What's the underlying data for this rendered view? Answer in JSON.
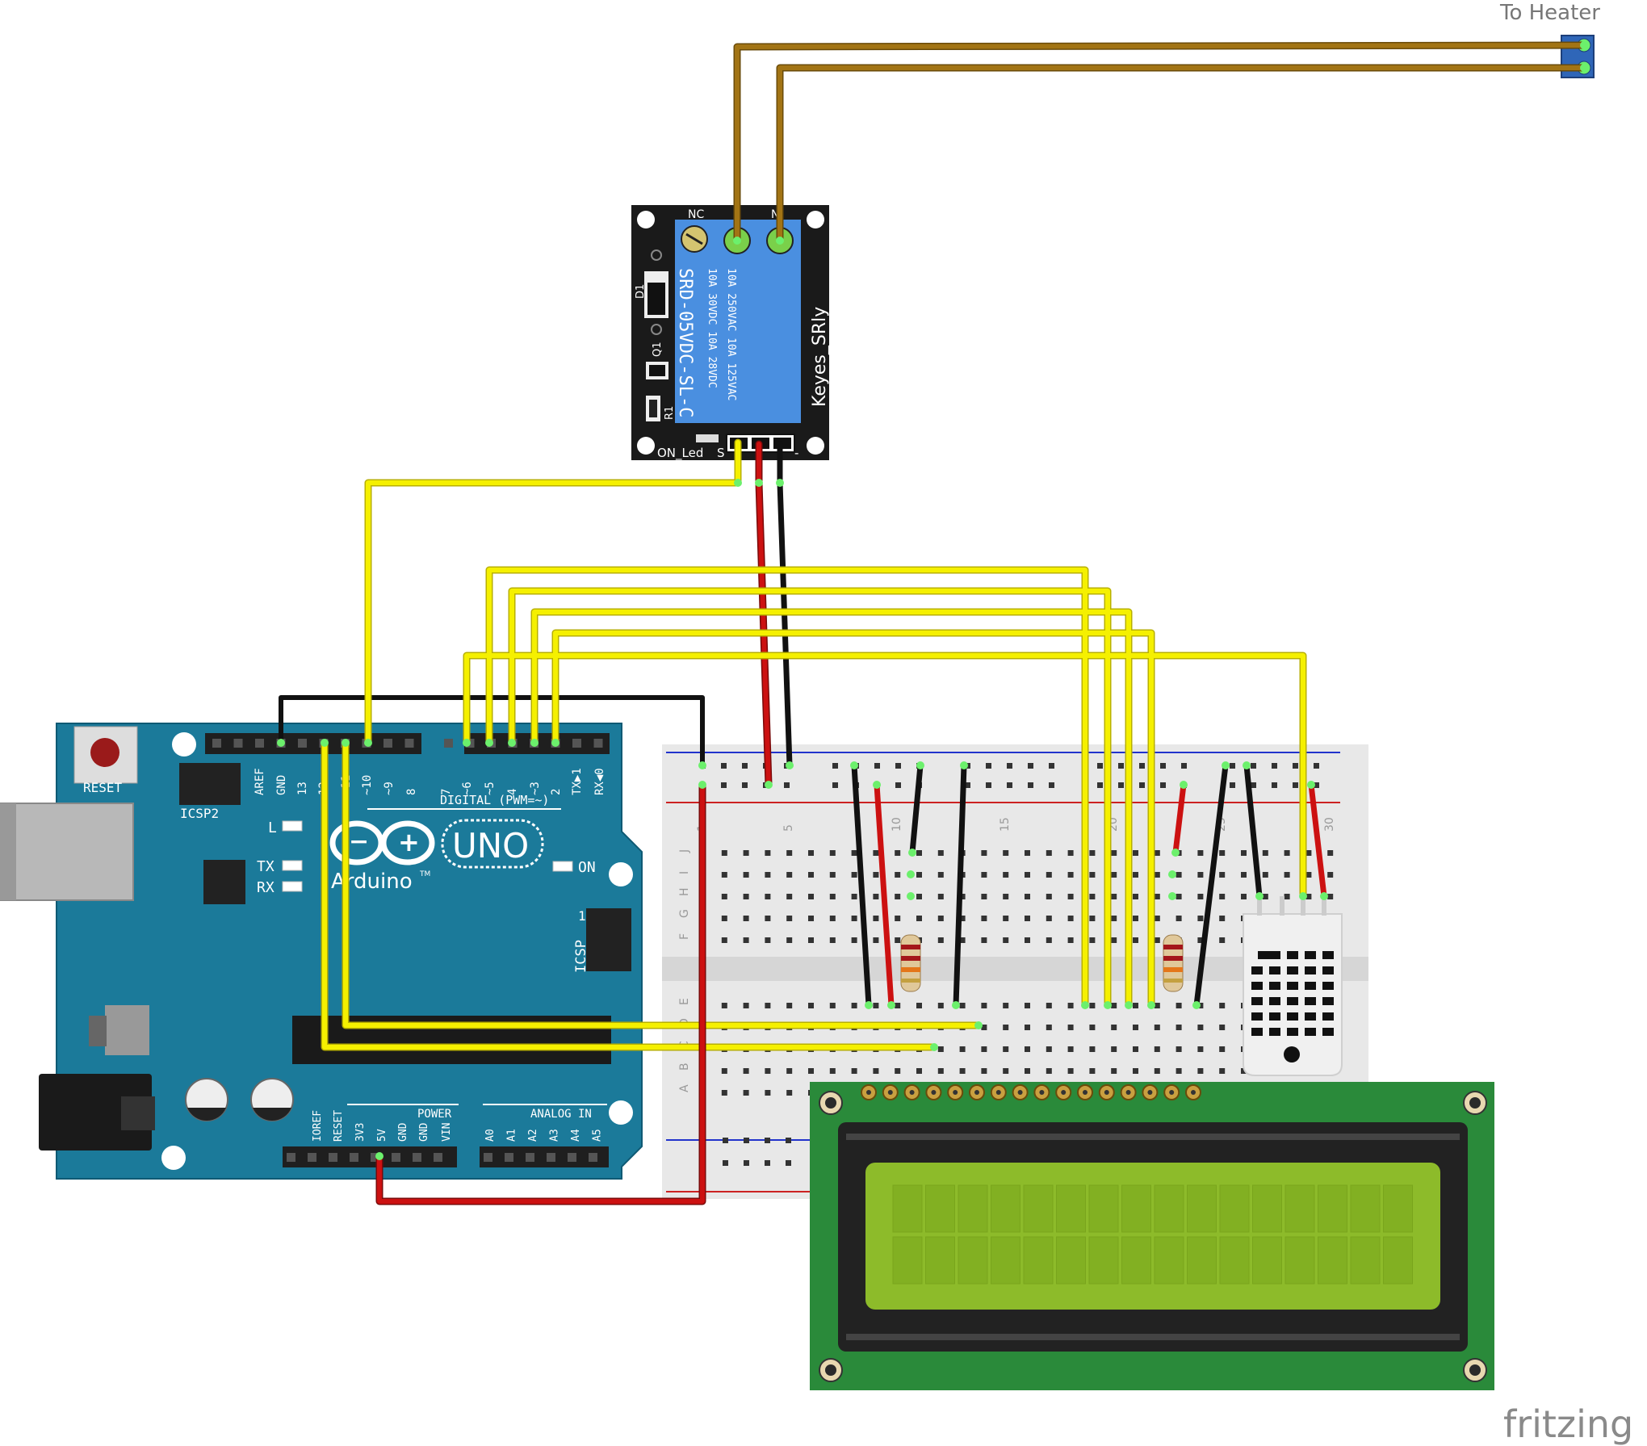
{
  "heater_label": "To Heater",
  "relay": {
    "nc": "NC",
    "no": "N",
    "model": "SRD-05VDC-SL-C",
    "rating1": "10A 250VAC  10A 125VAC",
    "rating2": "10A 30VDC  10A 28VDC",
    "name": "Keyes_SRly",
    "d1": "D1",
    "q1": "Q1",
    "r1": "R1",
    "on_led": "ON_Led",
    "s": "S",
    "minus": "-"
  },
  "arduino": {
    "reset": "RESET",
    "icsp2": "ICSP2",
    "icsp": "ICSP",
    "l": "L",
    "tx": "TX",
    "rx": "RX",
    "on": "ON",
    "uno": "UNO",
    "brand": "Arduino",
    "tm": "TM",
    "digital": "DIGITAL (PWM=~)",
    "power": "POWER",
    "analog": "ANALOG IN",
    "icsp_one": "1",
    "top_pins": [
      "AREF",
      "GND",
      "13",
      "12",
      "~11",
      "~10",
      "~9",
      "8",
      "7",
      "~6",
      "~5",
      "4",
      "~3",
      "2",
      "TX▶1",
      "RX◀0"
    ],
    "power_pins": [
      "IOREF",
      "RESET",
      "3V3",
      "5V",
      "GND",
      "GND",
      "VIN"
    ],
    "analog_pins": [
      "A0",
      "A1",
      "A2",
      "A3",
      "A4",
      "A5"
    ]
  },
  "breadboard": {
    "row_letters_top": [
      "J",
      "I",
      "H",
      "G",
      "F"
    ],
    "row_letters_bottom": [
      "E",
      "D",
      "C",
      "B",
      "A"
    ],
    "col_numbers": [
      "1",
      "5",
      "10",
      "15",
      "20",
      "25",
      "30"
    ]
  },
  "watermark": "fritzing",
  "colors": {
    "arduino_blue": "#1b7a9a",
    "relay_blue": "#4a8fe0",
    "lcd_pcb": "#2a8a3a",
    "lcd_screen": "#8dbb2a",
    "wire_yellow": "#f5f000",
    "wire_red": "#cc1111",
    "wire_black": "#1a1a1a",
    "wire_brown": "#a27414"
  }
}
